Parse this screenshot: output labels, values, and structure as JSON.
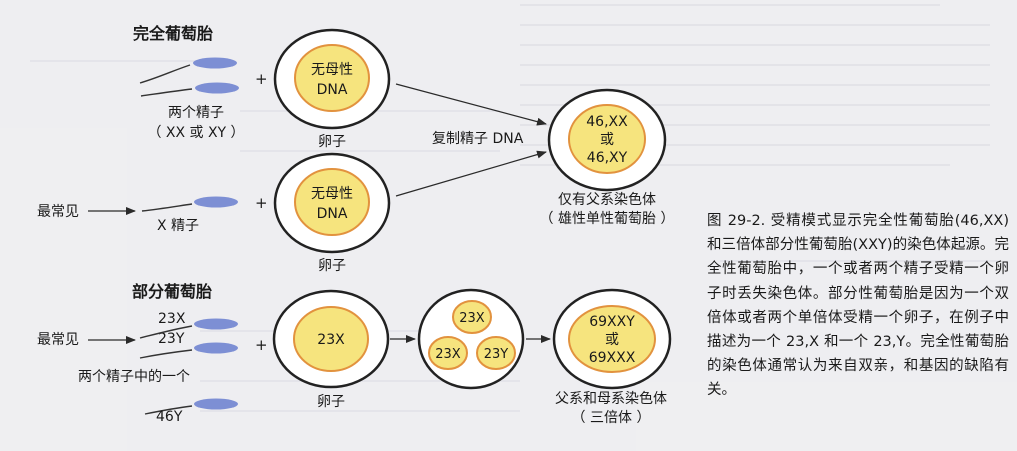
{
  "complete_mole": {
    "title": "完全葡萄胎",
    "sperm_label_line1": "两个精子",
    "sperm_label_line2": "（ XX 或 XY ）",
    "plus": "+",
    "egg_nucleus": [
      "无母性",
      "DNA"
    ],
    "egg_label": "卵子",
    "arrow_label": "复制精子 DNA",
    "most_common": "最常见",
    "x_sperm": "X 精子",
    "egg2_label": "卵子",
    "result_nucleus": [
      "46,XX",
      "或",
      "46,XY"
    ],
    "result_line1": "仅有父系染色体",
    "result_line2": "（ 雄性单性葡萄胎 ）"
  },
  "partial_mole": {
    "title": "部分葡萄胎",
    "most_common": "最常见",
    "sperm_23x": "23X",
    "sperm_23y": "23Y",
    "one_of_two": "两个精子中的一个",
    "sperm_46y": "46Y",
    "plus": "+",
    "egg_nucleus": "23X",
    "egg_label": "卵子",
    "pronuclei": [
      "23X",
      "23X",
      "23Y"
    ],
    "result_nucleus": [
      "69XXY",
      "或",
      "69XXX"
    ],
    "result_line1": "父系和母系染色体",
    "result_line2": "（ 三倍体 ）"
  },
  "caption": {
    "label": "图 29-2.",
    "text": " 受精模式显示完全性葡萄胎(46,XX)和三倍体部分性葡萄胎(XXY)的染色体起源。完全性葡萄胎中，一个或者两个精子受精一个卵子时丢失染色体。部分性葡萄胎是因为一个双倍体或者两个单倍体受精一个卵子，在例子中描述为一个 23,X 和一个 23,Y。完全性葡萄胎的染色体通常认为来自双亲，和基因的缺陷有关。"
  },
  "colors": {
    "background": "#eeeef1",
    "sperm_head": "#7d8fd4",
    "egg_fill": "#ffffff",
    "nucleus_fill": "#f6e47e",
    "nucleus_stroke": "#e2923e"
  }
}
